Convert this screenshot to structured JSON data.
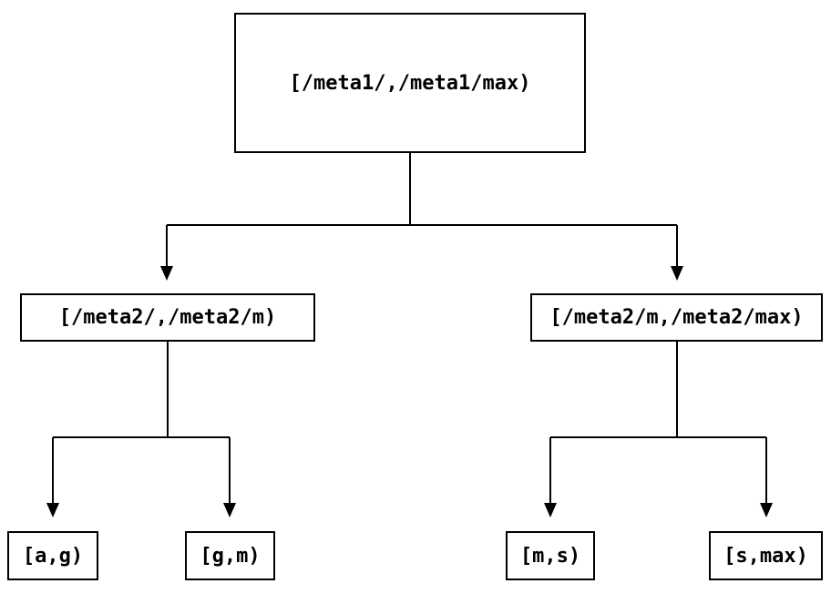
{
  "colors": {
    "line": "#000000",
    "box_border": "#000000",
    "text": "#000000",
    "background": "#ffffff"
  },
  "nodes": {
    "root": {
      "label": "[/meta1/,/meta1/max)"
    },
    "meta2_low": {
      "label": "[/meta2/,/meta2/m)"
    },
    "meta2_high": {
      "label": "[/meta2/m,/meta2/max)"
    },
    "leaf_ag": {
      "label": "[a,g)"
    },
    "leaf_gm": {
      "label": "[g,m)"
    },
    "leaf_ms": {
      "label": "[m,s)"
    },
    "leaf_smax": {
      "label": "[s,max)"
    }
  },
  "edges": [
    {
      "from": "root",
      "to": "meta2_low"
    },
    {
      "from": "root",
      "to": "meta2_high"
    },
    {
      "from": "meta2_low",
      "to": "leaf_ag"
    },
    {
      "from": "meta2_low",
      "to": "leaf_gm"
    },
    {
      "from": "meta2_high",
      "to": "leaf_ms"
    },
    {
      "from": "meta2_high",
      "to": "leaf_smax"
    }
  ]
}
